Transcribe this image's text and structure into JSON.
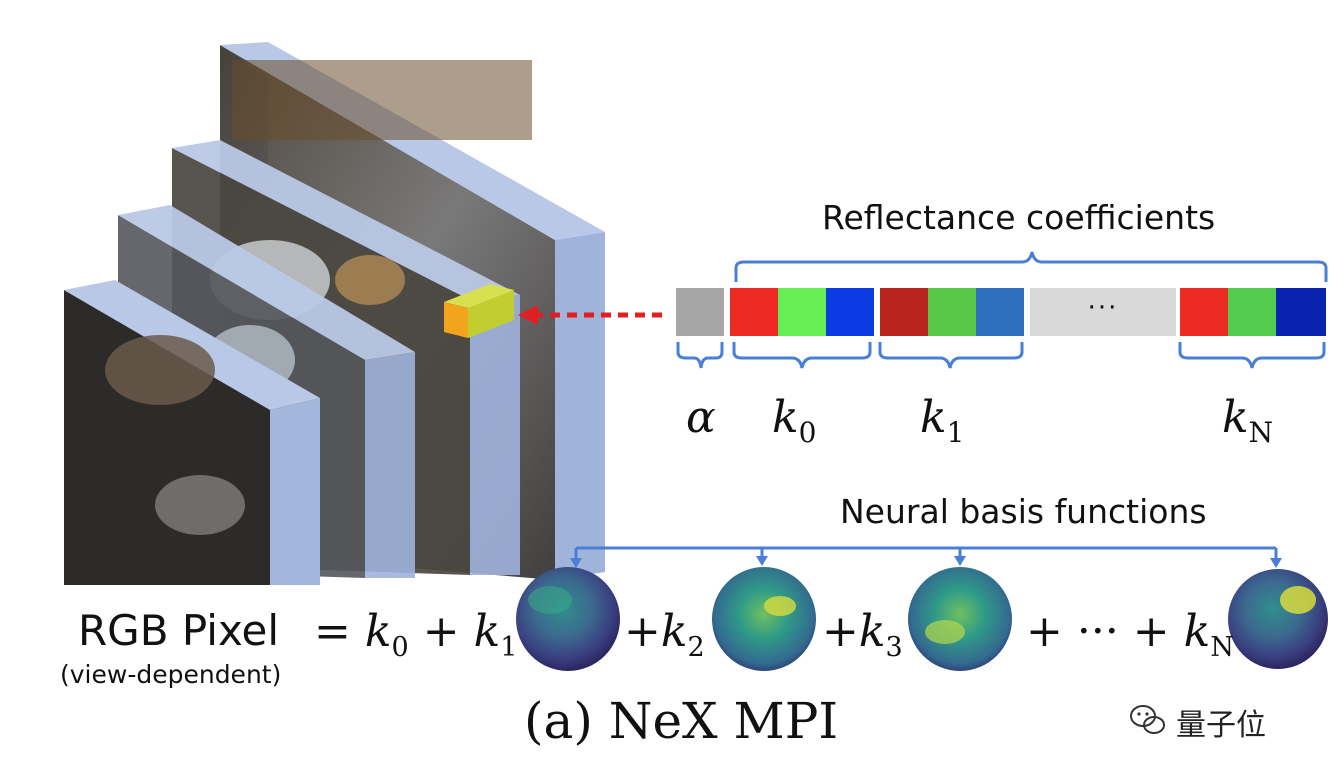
{
  "diagram": {
    "coefficients_title": "Reflectance coefficients",
    "basis_title": "Neural basis functions",
    "alpha_label": "α",
    "k_labels": [
      {
        "base": "k",
        "sub": "0"
      },
      {
        "base": "k",
        "sub": "1"
      },
      {
        "base": "k",
        "sub": "N"
      }
    ],
    "ellipsis": "···",
    "rgb_label": "RGB Pixel",
    "rgb_sublabel": "(view-dependent)",
    "equation": {
      "eq_sign": "=",
      "t0": {
        "base": "k",
        "sub": "0"
      },
      "plus1": "+",
      "t1": {
        "base": "k",
        "sub": "1"
      },
      "t2_prefix": "+",
      "t2": {
        "base": "k",
        "sub": "2"
      },
      "t3_prefix": "+",
      "t3": {
        "base": "k",
        "sub": "3"
      },
      "tail_prefix": "+ ··· +",
      "tN": {
        "base": "k",
        "sub": "N"
      }
    },
    "caption": "(a) NeX MPI",
    "watermark": "量子位",
    "colors": {
      "bracket_blue": "#4a7fd6",
      "dashed_arrow_red": "#e02020",
      "alpha_cell": "#a6a6a6",
      "k0": [
        "#ee2a24",
        "#66ee55",
        "#0a3be3"
      ],
      "k1": [
        "#b8241e",
        "#57c848",
        "#2e6fbf"
      ],
      "kN": [
        "#ee2a24",
        "#52cc4c",
        "#0a22b0"
      ],
      "ellipsis_cell": "#d9d9d9",
      "voxel": "#c9d63a"
    }
  }
}
